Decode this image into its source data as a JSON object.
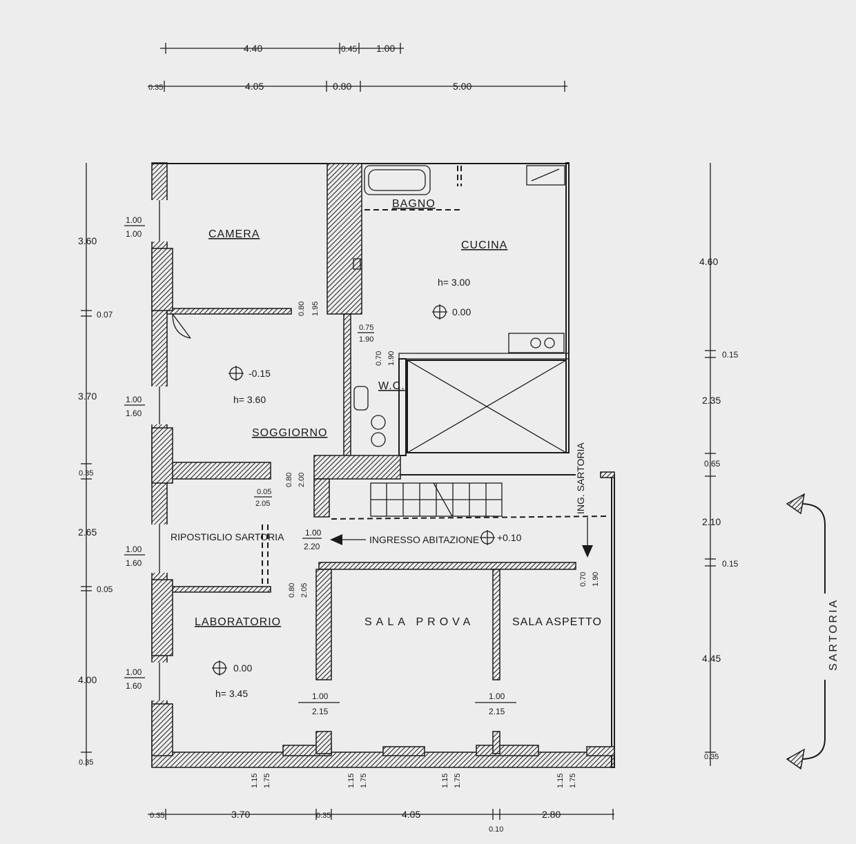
{
  "rooms": {
    "camera": "CAMERA",
    "bagno": "BAGNO",
    "cucina": "CUCINA",
    "wc": "W.C.",
    "soggiorno": "SOGGIORNO",
    "ripostiglio": "RIPOSTIGLIO SARTORIA",
    "laboratorio": "LABORATORIO",
    "sala_prova": "SALA PROVA",
    "sala_aspetto": "SALA ASPETTO",
    "ingresso": "INGRESSO ABITAZIONE",
    "ing_sartoria": "ING. SARTORIA",
    "sartoria": "SARTORIA"
  },
  "levels": {
    "cucina_h": "h= 3.00",
    "cucina_level": "0.00",
    "soggiorno_level": "-0.15",
    "soggiorno_h": "h= 3.60",
    "ingresso_level": "+0.10",
    "laboratorio_level": "0.00",
    "laboratorio_h": "h= 3.45"
  },
  "top_dims": {
    "row1": [
      "4.40",
      "0.45",
      "1.00"
    ],
    "row2": [
      "0.35",
      "4.05",
      "0.80",
      "5.00"
    ]
  },
  "bottom_dims": [
    "0.35",
    "3.70",
    "0.35",
    "4.05",
    "0.10",
    "2.80"
  ],
  "left_dims": [
    "3.60",
    "0.07",
    "3.70",
    "0.35",
    "2.65",
    "0.05",
    "4.00",
    "0.35"
  ],
  "right_dims": [
    "4.60",
    "0.15",
    "2.35",
    "0.65",
    "2.10",
    "0.15",
    "4.45",
    "0.35"
  ],
  "openings": {
    "camera_win": [
      "1.00",
      "1.00"
    ],
    "soggiorno_win": [
      "1.00",
      "1.60"
    ],
    "rip_win": [
      "1.00",
      "1.60"
    ],
    "lab_win": [
      "1.00",
      "1.60"
    ],
    "door_camera": [
      "0.80",
      "1.95"
    ],
    "door_cucina": [
      "0.75",
      "1.90"
    ],
    "door_wc": [
      "0.70",
      "1.90"
    ],
    "door_sogg": [
      "0.80",
      "2.00"
    ],
    "door_rip": [
      "0.05",
      "2.05"
    ],
    "door_ingresso": [
      "1.00",
      "2.20"
    ],
    "door_lab": [
      "0.80",
      "2.05"
    ],
    "door_ing_sartoria": [
      "0.70",
      "1.90"
    ],
    "door_sala_prova": [
      "1.00",
      "2.15"
    ],
    "door_sala_aspetto": [
      "1.00",
      "2.15"
    ],
    "win_bottom_1": [
      "1.15",
      "1.75"
    ],
    "win_bottom_2": [
      "1.15",
      "1.75"
    ],
    "win_bottom_3": [
      "1.15",
      "1.75"
    ],
    "win_bottom_4": [
      "1.15",
      "1.75"
    ]
  },
  "colors": {
    "paper": "#ededed",
    "ink": "#1a1a1a"
  }
}
